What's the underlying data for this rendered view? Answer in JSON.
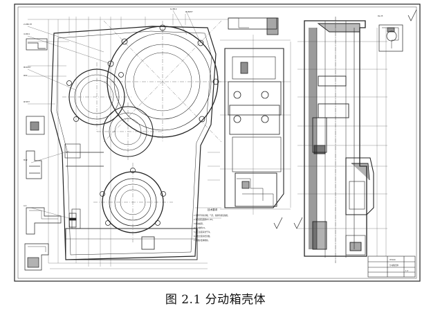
{
  "figure": {
    "caption": "图 2.1  分动箱壳体"
  },
  "drawing": {
    "surface_finish_mark": "Ra 25",
    "technical_requirements_title": "技术要求",
    "technical_requirements": [
      "1.铸件不得有砂眼、气孔、裂纹等铸造缺陷。",
      "2.未注铸造圆角R3~R5。",
      "3.时效处理。",
      "4.未注倒角C1。",
      "5.加工表面清洗干净。",
      "6.各结合面涂密封胶。",
      "7.按图示要求检验。"
    ],
    "title_block": {
      "part_name": "分动箱壳体",
      "material": "HT200",
      "scale": "1:2"
    }
  }
}
